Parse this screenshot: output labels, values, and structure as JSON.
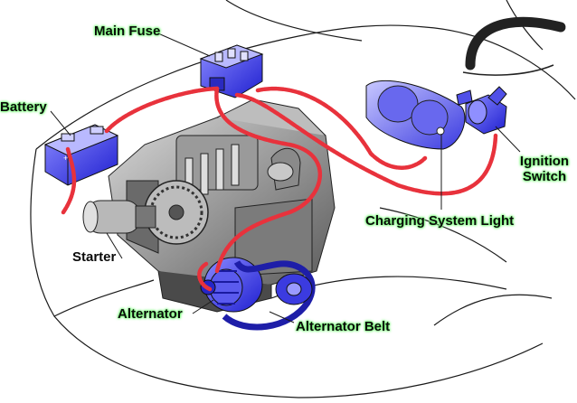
{
  "labels": {
    "main_fuse": "Main Fuse",
    "battery": "Battery",
    "ignition_switch_line1": "Ignition",
    "ignition_switch_line2": "Switch",
    "charging_system_light": "Charging System Light",
    "starter": "Starter",
    "alternator": "Alternator",
    "alternator_belt": "Alternator Belt"
  },
  "colors": {
    "wire_red": "#e8323c",
    "component_blue": "#3a3ae0",
    "label_glow": "#7cff7c",
    "outline": "#1a1a1a"
  }
}
